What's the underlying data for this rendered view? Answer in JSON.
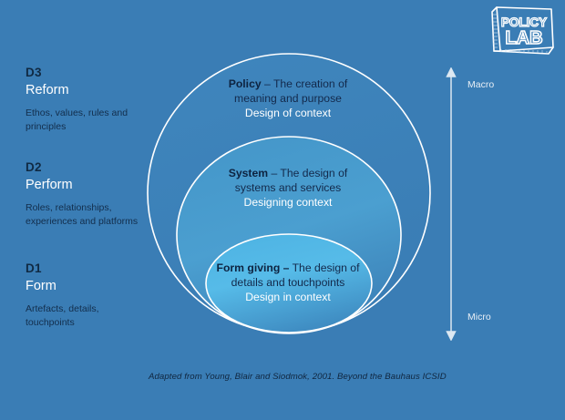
{
  "slide": {
    "background_color": "#3a7db5",
    "caption": "Adapted from Young, Blair and Siodmok, 2001. Beyond the Bauhaus ICSID"
  },
  "logo": {
    "name": "policy-lab-logo",
    "line1": "POLICY",
    "line2": "LAB"
  },
  "tiers": [
    {
      "code": "D3",
      "name": "Reform",
      "description": "Ethos, values, rules and principles"
    },
    {
      "code": "D2",
      "name": "Perform",
      "description": "Roles, relationships, experiences and platforms"
    },
    {
      "code": "D1",
      "name": "Form",
      "description": "Artefacts, details, touchpoints"
    }
  ],
  "rings": [
    {
      "id": "policy",
      "lead": "Policy",
      "main": " – The creation of",
      "sub": "meaning and purpose",
      "white": "Design of context",
      "fill_start": "#3f86bd",
      "fill_end": "#3a7db5"
    },
    {
      "id": "system",
      "lead": "System",
      "main": " – The design of",
      "sub": "systems and services",
      "white": "Designing context",
      "fill_start": "#4f9ccd",
      "fill_end": "#3d84ba"
    },
    {
      "id": "form-giving",
      "lead": "Form giving –",
      "main": " The design of",
      "sub": "details and touchpoints",
      "white": "Design in context",
      "fill_start": "#56bbe8",
      "fill_end": "#3f8cc2"
    }
  ],
  "scale": {
    "top_label": "Macro",
    "bottom_label": "Micro",
    "arrow_color": "#dce8f2"
  }
}
